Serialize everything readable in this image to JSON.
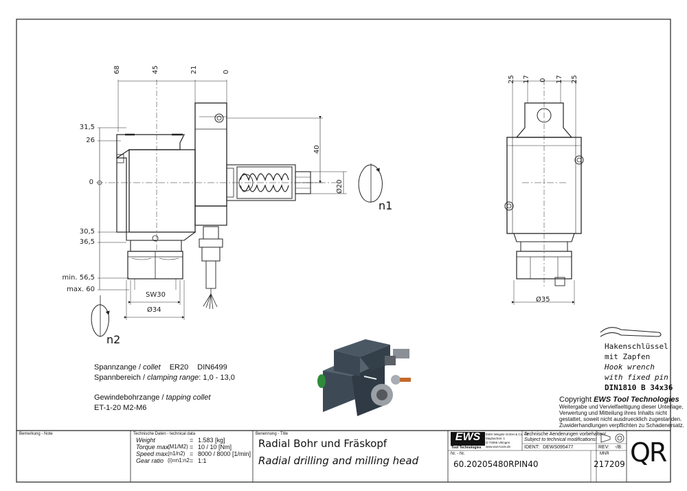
{
  "front_view_dims": {
    "top": [
      "68",
      "45",
      "21",
      "0"
    ],
    "left": [
      "31,5",
      "26",
      "0",
      "30,5",
      "36,5",
      "min. 56,5",
      "max. 60"
    ],
    "h40": "40",
    "d20": "Ø20",
    "sw30": "SW30",
    "d34": "Ø34",
    "n1": "n1",
    "n2": "n2"
  },
  "side_view_dims": {
    "top": [
      "25",
      "17",
      "0",
      "17",
      "25"
    ],
    "d35": "Ø35"
  },
  "specs": {
    "collet_de": "Spannzange /",
    "collet_en": "collet",
    "collet_value": "ER20",
    "collet_norm": "DIN6499",
    "range_de": "Spannbereich /",
    "range_en": "clamping range",
    "range_value": ": 1,0 - 13,0",
    "tap_de": "Gewindebohrzange /",
    "tap_en": "tapping collet",
    "tap_value": "ET-1-20   M2-M6"
  },
  "hook_wrench": {
    "line1": "Hakenschlüssel",
    "line2": "mit Zapfen",
    "line3": "Hook wrench",
    "line4": "with fixed pin",
    "line5": "DIN1810 B 34x36"
  },
  "copyright": {
    "title_prefix": "Copyright ",
    "title_brand": "EWS Tool Technologies",
    "l1": "Weitergabe und Vervielfaeltigung dieser Unterlage,",
    "l2": "Verwertung und Mitteilung ihres Inhalts nicht",
    "l3": "gestattet, soweit nicht ausdruecklich zugestanden.",
    "l4": "Zuwiderhandlungen verpflichten zu Schadenersatz."
  },
  "title_block": {
    "remark_label": "Bemerkung - Note",
    "tech_label": "Technische Daten - technical data",
    "tech_rows": [
      {
        "label": "Weight",
        "sub": "",
        "eq": "=",
        "value": "1.583 [kg]"
      },
      {
        "label": "Torque max.",
        "sub": "(M1/M2)",
        "eq": "=",
        "value": "10 / 10 [Nm]"
      },
      {
        "label": "Speed max.",
        "sub": "(n1/n2)",
        "eq": "=",
        "value": "8000 / 8000 [1/min]"
      },
      {
        "label": "Gear ratio",
        "sub": "(i)=n1:n2",
        "eq": "=",
        "value": "1:1"
      }
    ],
    "title_label": "Benennung - Title",
    "title_de": "Radial Bohr und Fräskopf",
    "title_en": "Radial drilling and milling head",
    "ews_logo": "EWS",
    "ews_logo_sub": "Tool Technologies",
    "ews_addr1": "EWS Weigele GmbH & Co. KG",
    "ews_addr2": "Maybachstr. 1",
    "ews_addr3": "D-73066 Uhingen",
    "ews_addr4": "www.ews-tools.de",
    "changes_de": "Technische Aenderungen vorbehalten!",
    "changes_en": "Subject to technical modifications!",
    "ident_label": "IDENT:",
    "ident_value": "DEWS095477",
    "rev_label": "REV:",
    "rev_value": "-/B:",
    "nr_label": "Nr. - Nr.",
    "nr_value": "60.20205480RPIN40",
    "mnr_label": "MNR",
    "mnr_value": "217209",
    "qr": "QR"
  }
}
